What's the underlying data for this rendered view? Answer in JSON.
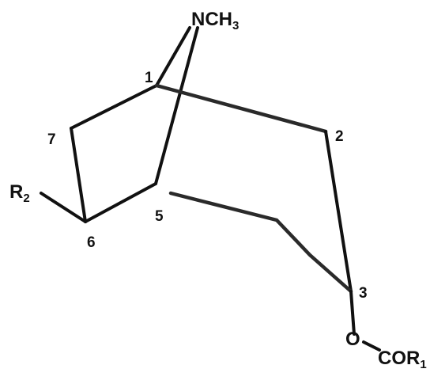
{
  "diagram": {
    "labels": {
      "nitrogen_group": "NCH",
      "nitrogen_sub": "3",
      "r2": "R",
      "r2_sub": "2",
      "oxygen": "O",
      "ester": "COR",
      "ester_sub": "1"
    },
    "position_numbers": [
      "1",
      "2",
      "3",
      "5",
      "6",
      "7"
    ]
  }
}
